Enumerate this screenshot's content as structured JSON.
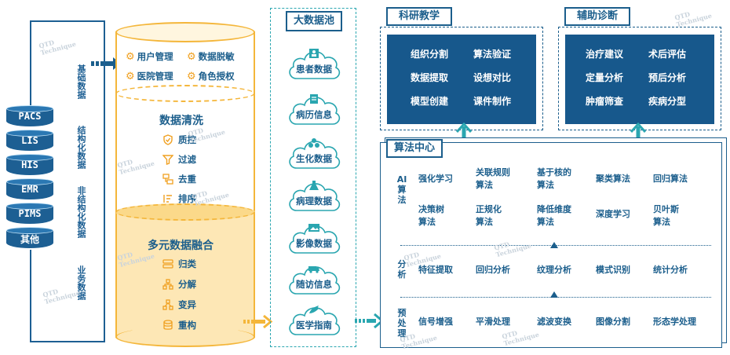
{
  "systems": [
    "PACS",
    "LIS",
    "HIS",
    "EMR",
    "PIMS",
    "其他"
  ],
  "side_labels": [
    "基础数据",
    "结构化数据",
    "非结构化数据",
    "业务数据"
  ],
  "cylinder": {
    "top_items": [
      "用户管理",
      "数据脱敏",
      "医院管理",
      "角色授权"
    ],
    "cleaning": {
      "title": "数据清洗",
      "items": [
        "质控",
        "过滤",
        "去重",
        "排序"
      ]
    },
    "fusion": {
      "title": "多元数据融合",
      "items": [
        "归类",
        "分解",
        "变异",
        "重构"
      ]
    }
  },
  "data_pool": {
    "title": "大数据池",
    "items": [
      "患者数据",
      "病历信息",
      "生化数据",
      "病理数据",
      "影像数据",
      "随访信息",
      "医学指南"
    ]
  },
  "research": {
    "title": "科研教学",
    "items": [
      "组织分割",
      "算法验证",
      "数据提取",
      "设想对比",
      "模型创建",
      "课件制作"
    ]
  },
  "diagnosis": {
    "title": "辅助诊断",
    "items": [
      "治疗建议",
      "术后评估",
      "定量分析",
      "预后分析",
      "肿瘤筛查",
      "疾病分型"
    ]
  },
  "algo_center": {
    "title": "算法中心",
    "sections": [
      {
        "label": "AI算法",
        "items": [
          "强化学习",
          "关联规则算法",
          "基于核的算法",
          "聚类算法",
          "回归算法",
          "决策树算法",
          "正规化算法",
          "降低维度算法",
          "深度学习",
          "贝叶斯算法"
        ]
      },
      {
        "label": "分析",
        "items": [
          "特征提取",
          "回归分析",
          "纹理分析",
          "模式识别",
          "统计分析"
        ]
      },
      {
        "label": "预处理",
        "items": [
          "信号增强",
          "平滑处理",
          "滤波变换",
          "图像分割",
          "形态学处理"
        ]
      }
    ]
  },
  "watermark": "QTD Technique",
  "colors": {
    "navy": "#17588c",
    "orange": "#f4b63a",
    "cylinder_fill": "#fde7b5",
    "teal": "#2aa6b0"
  }
}
